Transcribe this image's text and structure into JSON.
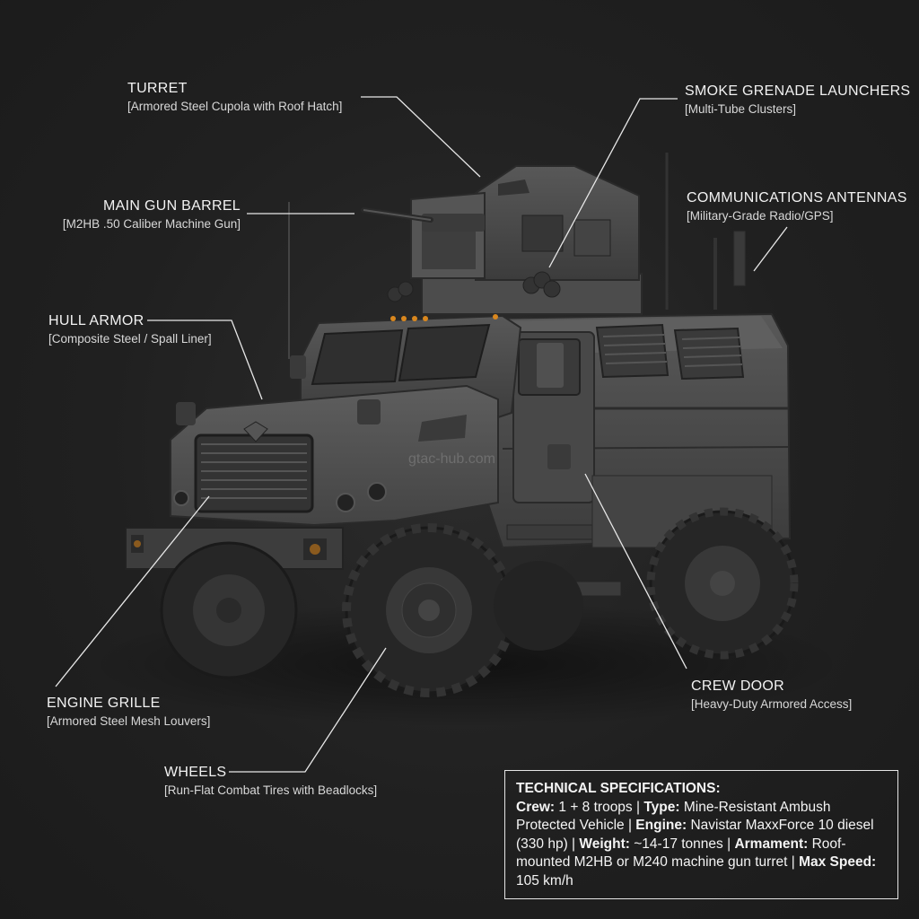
{
  "callouts": {
    "turret": {
      "title": "TURRET",
      "sub": "[Armored Steel Cupola with Roof Hatch]"
    },
    "main_gun": {
      "title": "MAIN GUN BARREL",
      "sub": "[M2HB .50 Caliber Machine Gun]"
    },
    "hull_armor": {
      "title": "HULL ARMOR",
      "sub": "[Composite Steel / Spall Liner]"
    },
    "smoke": {
      "title": "SMOKE GRENADE LAUNCHERS",
      "sub": "[Multi-Tube Clusters]"
    },
    "antennas": {
      "title": "COMMUNICATIONS ANTENNAS",
      "sub": "[Military-Grade Radio/GPS]"
    },
    "engine_grille": {
      "title": "ENGINE GRILLE",
      "sub": "[Armored Steel Mesh Louvers]"
    },
    "wheels": {
      "title": "WHEELS",
      "sub": "[Run-Flat Combat Tires with Beadlocks]"
    },
    "crew_door": {
      "title": "CREW DOOR",
      "sub": "[Heavy-Duty Armored Access]"
    }
  },
  "watermark": "gtac-hub.com",
  "specs": {
    "heading": "TECHNICAL SPECIFICATIONS:",
    "crew_label": "Crew:",
    "crew_value": "1 + 8 troops",
    "type_label": "Type:",
    "type_value": "Mine-Resistant Ambush Protected Vehicle",
    "engine_label": "Engine:",
    "engine_value": "Navistar MaxxForce 10 diesel (330 hp)",
    "weight_label": "Weight:",
    "weight_value": "~14-17 tonnes",
    "armament_label": "Armament:",
    "armament_value": "Roof-mounted M2HB or M240 machine gun turret",
    "speed_label": "Max Speed:",
    "speed_value": "105 km/h",
    "separator": "|"
  },
  "colors": {
    "background": "#202020",
    "vehicle_body": "#4a4a4a",
    "leader_lines": "#e8e8e8",
    "marker_lights": "#d9871e"
  }
}
